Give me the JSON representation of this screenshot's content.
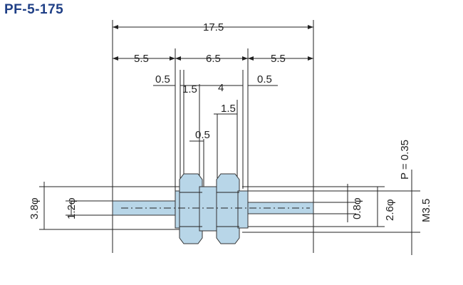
{
  "title": "PF-5-175",
  "dimensions": {
    "overall": "17.5",
    "left_segment": "5.5",
    "center_segment": "6.5",
    "right_segment": "5.5",
    "left_washer": "0.5",
    "left_nut": "1.5",
    "center_gap": "4",
    "right_washer": "0.5",
    "upper_nut": "1.5",
    "shoulder": "0.5",
    "pitch": "P = 0.35",
    "thread": "M3.5",
    "outer_diameter": "3.8φ",
    "pin_diameter": "1.2φ",
    "right_pin_diameter": "0.8φ",
    "right_body_diameter": "2.6φ"
  },
  "colors": {
    "title": "#1f3f86",
    "part_fill": "#b8d6e8"
  }
}
